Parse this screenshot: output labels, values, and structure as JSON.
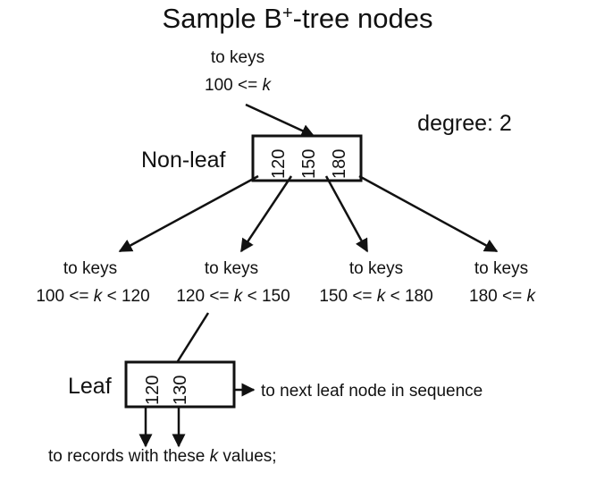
{
  "title": {
    "main": "Sample B",
    "sup": "+",
    "rest": "-tree nodes"
  },
  "degree_label": "degree: 2",
  "root_pointer": {
    "line1": "to keys",
    "line2_pre": "100 <= ",
    "line2_var": "k"
  },
  "nonleaf": {
    "label": "Non-leaf",
    "keys": [
      "120",
      "150",
      "180"
    ]
  },
  "child_ranges": [
    {
      "line1": "to keys",
      "pre": "100 <= ",
      "var": "k",
      "post": " < 120"
    },
    {
      "line1": "to keys",
      "pre": "120 <= ",
      "var": "k",
      "post": " < 150"
    },
    {
      "line1": "to keys",
      "pre": "150 <= ",
      "var": "k",
      "post": " < 180"
    },
    {
      "line1": "to keys",
      "pre": "180 <= ",
      "var": "k",
      "post": ""
    }
  ],
  "leaf": {
    "label": "Leaf",
    "keys": [
      "120",
      "130"
    ],
    "next_label": "to next leaf node in sequence",
    "records_pre": "to records with these ",
    "records_var": "k",
    "records_post": " values;"
  }
}
